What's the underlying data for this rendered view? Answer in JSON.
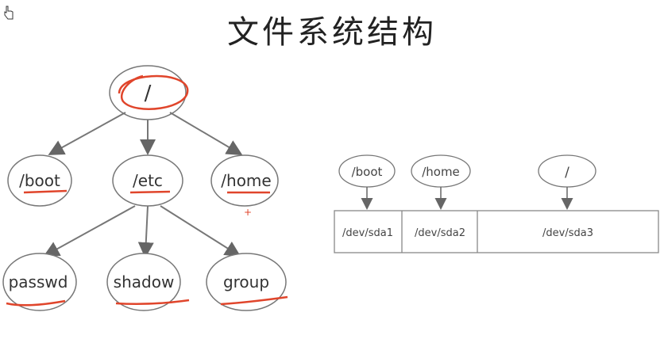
{
  "title": "文件系统结构",
  "tree": {
    "root": "/",
    "children": [
      "/boot",
      "/etc",
      "/home"
    ],
    "etc_children": [
      "passwd",
      "shadow",
      "group"
    ]
  },
  "partitions": {
    "mounts": [
      "/boot",
      "/home",
      "/"
    ],
    "devices": [
      "/dev/sda1",
      "/dev/sda2",
      "/dev/sda3"
    ]
  },
  "colors": {
    "annotation": "#e0452b",
    "stroke": "#777777",
    "arrow": "#666666"
  }
}
